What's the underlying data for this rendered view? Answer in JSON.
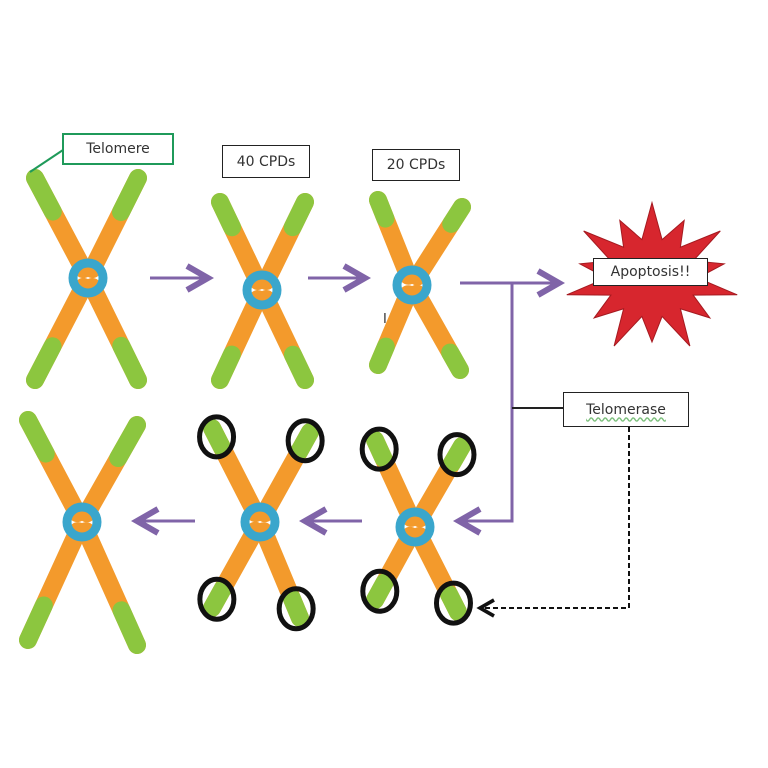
{
  "labels": {
    "telomere": "Telomere",
    "cpd40": "40 CPDs",
    "cpd20": "20 CPDs",
    "apoptosis": "Apoptosis!!",
    "telomerase": "Telomerase",
    "cursor_mark": "I"
  },
  "colors": {
    "arm": "#f39a2c",
    "telomere": "#8cc63f",
    "centromere": "#3aa6cc",
    "arrow": "#8064a8",
    "burst": "#d7262e",
    "ring": "#111111"
  }
}
